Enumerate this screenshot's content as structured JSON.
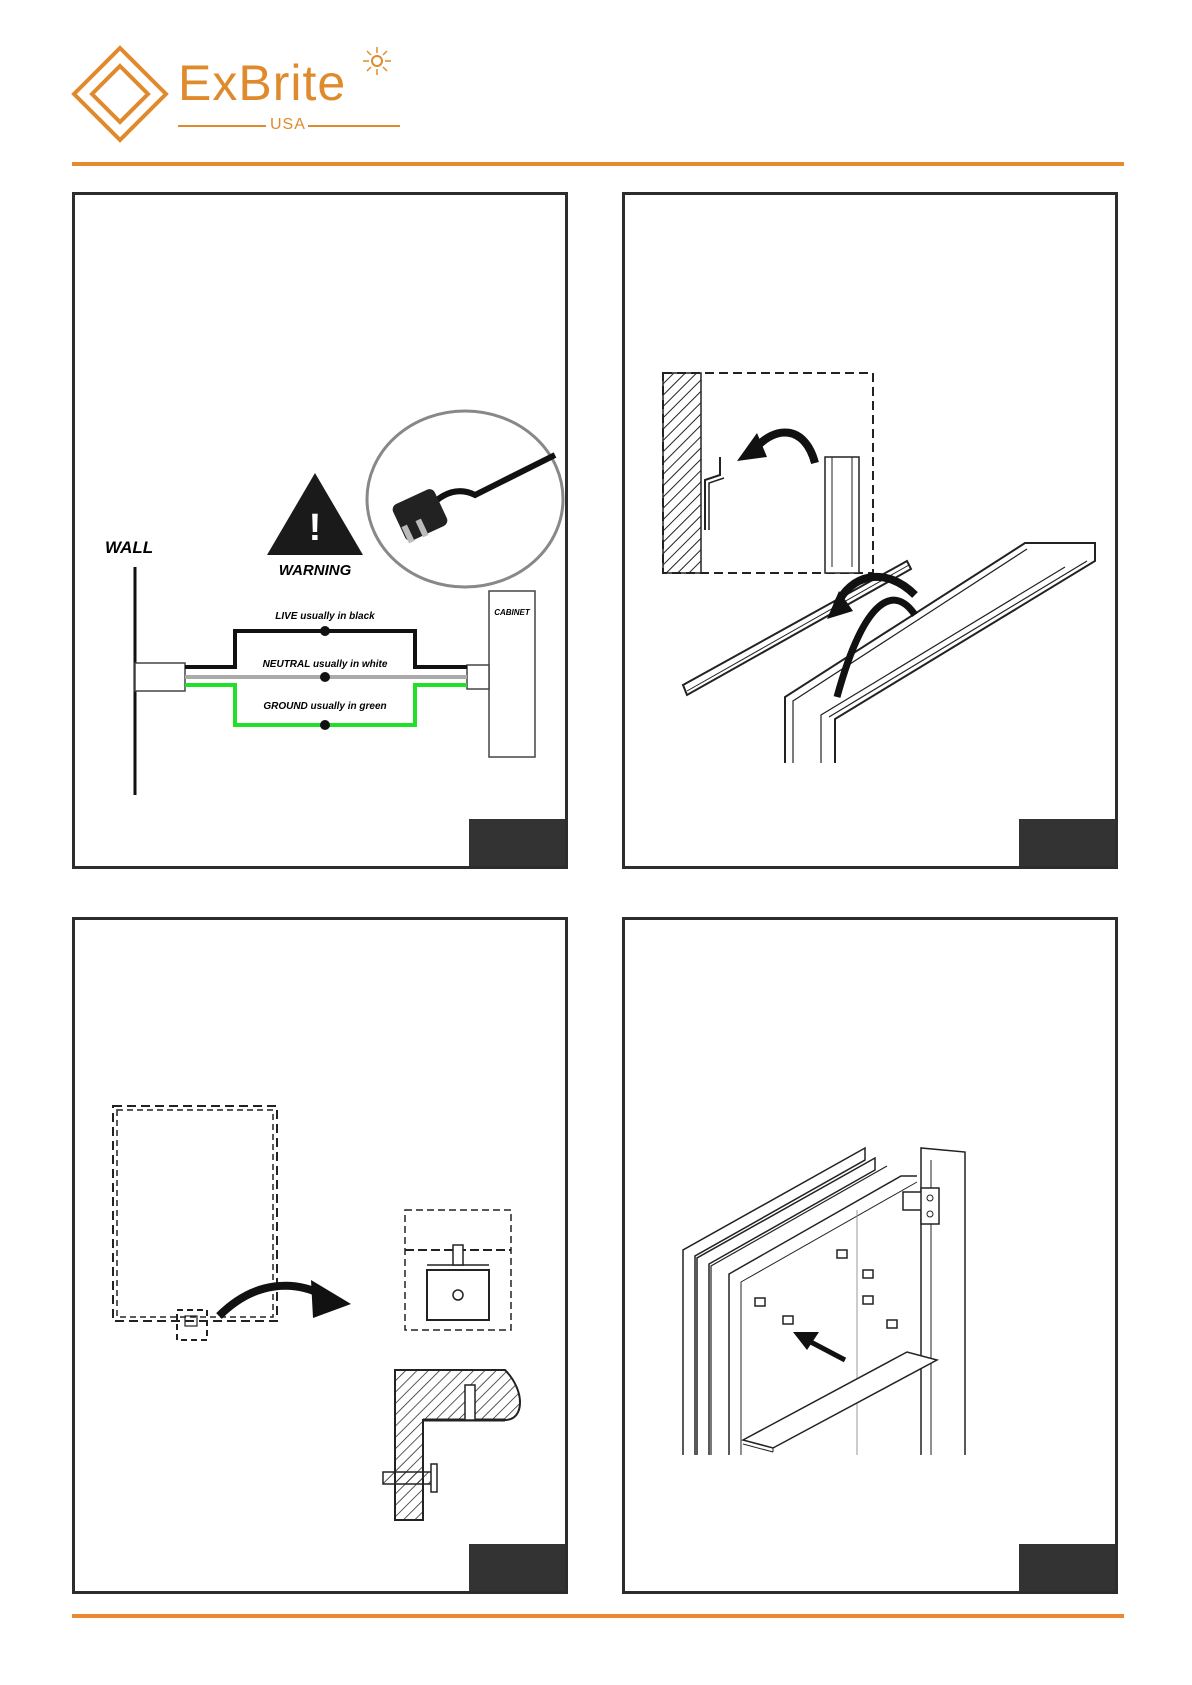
{
  "brand": {
    "name": "ExBrite",
    "sub": "USA",
    "accent": "#e8892f"
  },
  "panel1": {
    "wall": "WALL",
    "warning": "WARNING",
    "live": "LIVE usually in black",
    "neutral": "NEUTRAL usually in white",
    "ground": "GROUND usually in green",
    "cabinet": "CABINET"
  }
}
